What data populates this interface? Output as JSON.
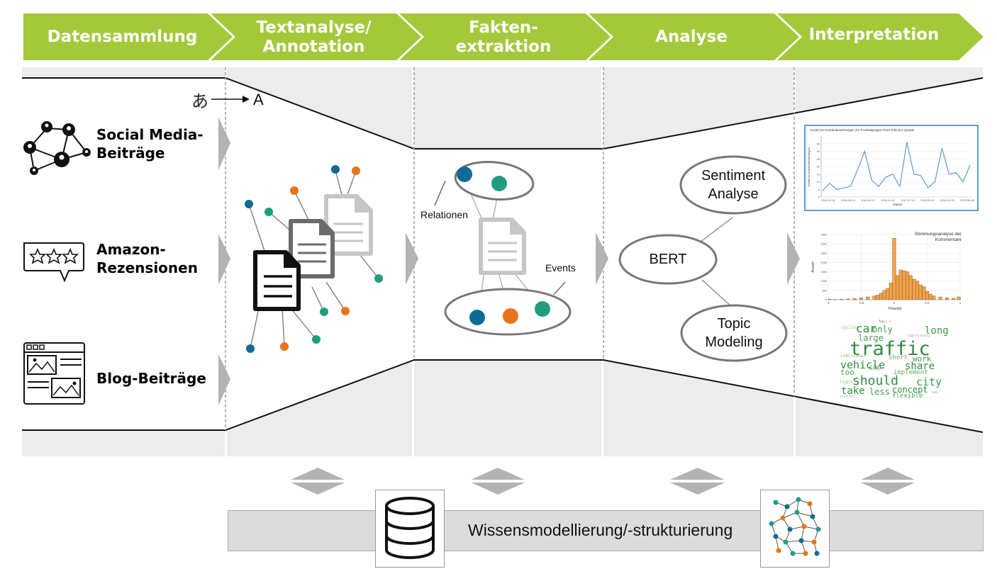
{
  "stages": [
    {
      "label": "Datensammlung"
    },
    {
      "label": "Textanalyse/\nAnnotation"
    },
    {
      "label": "Fakten-\nextraktion"
    },
    {
      "label": "Analyse"
    },
    {
      "label": "Interpretation"
    }
  ],
  "sources": [
    {
      "label": "Social Media-\nBeiträge",
      "icon": "social-network-icon"
    },
    {
      "label": "Amazon-\nRezensionen",
      "icon": "review-stars-icon"
    },
    {
      "label": "Blog-Beiträge",
      "icon": "blog-page-icon"
    }
  ],
  "translation_marker": {
    "from": "あ",
    "to": "A"
  },
  "fact_extraction": {
    "relations_label": "Relationen",
    "events_label": "Events"
  },
  "analysis": {
    "bert_label": "BERT",
    "sentiment_label": "Sentiment\nAnalyse",
    "topic_label": "Topic\nModeling"
  },
  "interpretation": {
    "line_chart_title": "Anzahl an Kundenbewertungen zur Produktgruppe Fines Kids pro Quartal",
    "line_chart_xlabel": "Datum",
    "line_chart_ylabel": "Anzahl an Kundenbewertungen",
    "histogram_title": "Stimmungsanalyse der\nKommentare",
    "histogram_xlabel": "Polarität",
    "histogram_ylabel": "Anzahl",
    "word_cloud_words": [
      "cycling",
      "car",
      "only",
      "long",
      "large",
      "traffic",
      "vehicle",
      "share",
      "work",
      "individual",
      "short",
      "too",
      "can",
      "implement",
      "should",
      "city",
      "take",
      "less",
      "concept",
      "flexible",
      "light",
      "drive",
      "Topic 3",
      "way",
      "significantly",
      "scooter"
    ]
  },
  "knowledge_bar": {
    "label": "Wissensmodellierung/-strukturierung"
  },
  "colors": {
    "green": "#a3c93a",
    "panel_gray": "#ececec",
    "teal": "#1f9e7e",
    "orange": "#e8731a",
    "blue": "#0f6b93",
    "chart_line": "#5b9bd5",
    "hist_bar": "#f0a24a"
  },
  "chart_data": [
    {
      "type": "line",
      "title": "Anzahl an Kundenbewertungen zur Produktgruppe Fines Kids pro Quartal",
      "xlabel": "Datum",
      "ylabel": "Anzahl an Kundenbewertungen",
      "x": [
        "2014-12-31",
        "2015-09-13",
        "2016-04-17",
        "2016-11-24",
        "2017-07-14",
        "2018-03-02",
        "2018-10-20",
        "2019-06-08"
      ],
      "series": [
        {
          "values": [
            4,
            9,
            5,
            6,
            7,
            18,
            30,
            11,
            7,
            13,
            15,
            7,
            36,
            15,
            14,
            6,
            10,
            32,
            15,
            16,
            10,
            21
          ]
        }
      ],
      "ylim": [
        0,
        40
      ],
      "yticks": [
        0,
        5,
        10,
        15,
        20,
        25,
        30,
        35
      ]
    },
    {
      "type": "bar",
      "title": "Stimmungsanalyse der\nKommentare",
      "xlabel": "Polarität",
      "ylabel": "Anzahl",
      "x_ticks": [
        "-1",
        "-0.5",
        "0",
        "0.5",
        "1"
      ],
      "xlim": [
        -1,
        1
      ],
      "ylim": [
        0,
        3500
      ],
      "yticks": [
        0,
        500,
        1000,
        1500,
        2000,
        2500,
        3000,
        3500
      ],
      "bins": [
        {
          "x": -0.98,
          "value": 30
        },
        {
          "x": -0.9,
          "value": 20
        },
        {
          "x": -0.8,
          "value": 30
        },
        {
          "x": -0.7,
          "value": 40
        },
        {
          "x": -0.6,
          "value": 60
        },
        {
          "x": -0.5,
          "value": 100
        },
        {
          "x": -0.4,
          "value": 150
        },
        {
          "x": -0.3,
          "value": 200
        },
        {
          "x": -0.25,
          "value": 250
        },
        {
          "x": -0.2,
          "value": 350
        },
        {
          "x": -0.15,
          "value": 500
        },
        {
          "x": -0.1,
          "value": 600
        },
        {
          "x": -0.05,
          "value": 900
        },
        {
          "x": 0.0,
          "value": 3300
        },
        {
          "x": 0.05,
          "value": 1300
        },
        {
          "x": 0.1,
          "value": 1600
        },
        {
          "x": 0.15,
          "value": 1550
        },
        {
          "x": 0.2,
          "value": 1500
        },
        {
          "x": 0.25,
          "value": 1300
        },
        {
          "x": 0.3,
          "value": 1100
        },
        {
          "x": 0.35,
          "value": 1000
        },
        {
          "x": 0.4,
          "value": 800
        },
        {
          "x": 0.45,
          "value": 700
        },
        {
          "x": 0.5,
          "value": 450
        },
        {
          "x": 0.55,
          "value": 300
        },
        {
          "x": 0.6,
          "value": 200
        },
        {
          "x": 0.7,
          "value": 150
        },
        {
          "x": 0.8,
          "value": 100
        },
        {
          "x": 0.9,
          "value": 80
        },
        {
          "x": 0.98,
          "value": 150
        }
      ]
    }
  ]
}
